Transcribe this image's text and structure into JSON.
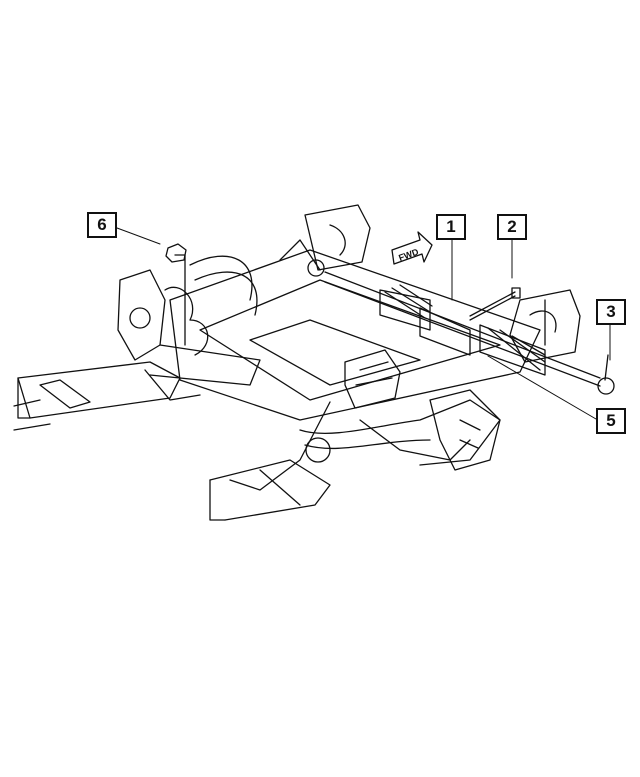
{
  "callouts": {
    "c1": "1",
    "c2": "2",
    "c3": "3",
    "c5": "5",
    "c6": "6"
  },
  "fwd_label": "FWD",
  "colors": {
    "line": "#111111",
    "background": "#ffffff"
  }
}
